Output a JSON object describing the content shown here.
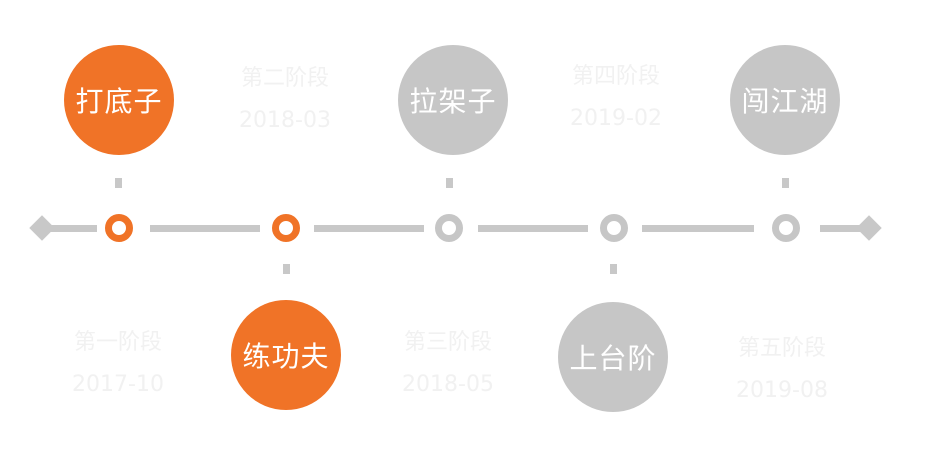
{
  "colors": {
    "accent": "#f07327",
    "muted": "#c6c6c6",
    "line": "#c8c8c8",
    "faint_text": "#f1f1f1"
  },
  "stages": [
    {
      "title": "打底子",
      "phase": "第一阶段",
      "date": "2017-10",
      "active": true
    },
    {
      "title": "练功夫",
      "phase": "第二阶段",
      "date": "2018-03",
      "active": true
    },
    {
      "title": "拉架子",
      "phase": "第三阶段",
      "date": "2018-05",
      "active": false
    },
    {
      "title": "上台阶",
      "phase": "第四阶段",
      "date": "2019-02",
      "active": false
    },
    {
      "title": "闯江湖",
      "phase": "第五阶段",
      "date": "2019-08",
      "active": false
    }
  ]
}
